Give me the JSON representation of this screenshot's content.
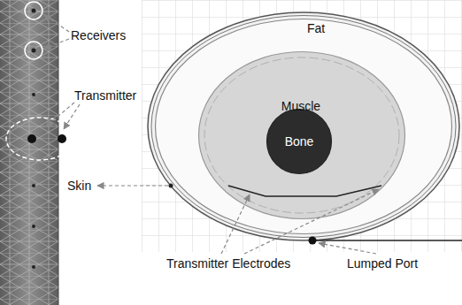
{
  "diagram": {
    "nodes": [
      {
        "text": [
          "Fat"
        ]
      },
      {
        "text": [
          "Muscle"
        ],
        "in": 0
      },
      {
        "text": [
          "Bone"
        ],
        "in": 1
      }
    ],
    "labels": [
      "Receivers",
      "Transmitter",
      "Skin",
      "Transmitter Electrodes",
      "Lumped Port"
    ]
  }
}
